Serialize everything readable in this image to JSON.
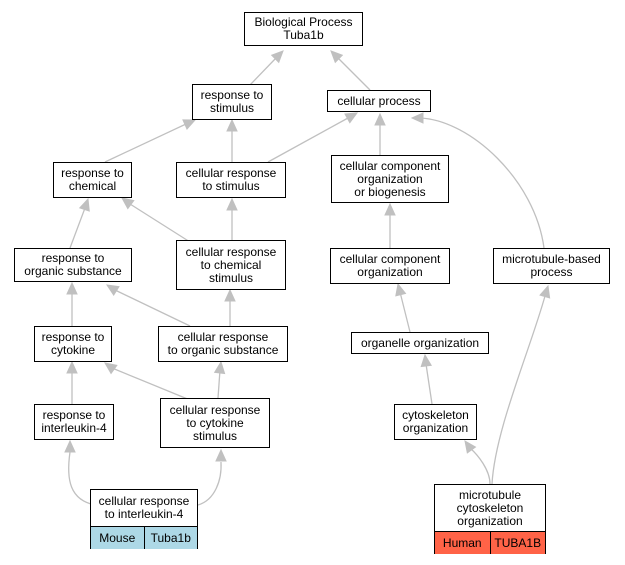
{
  "colors": {
    "edge": "#c0c0c0",
    "mouse": "#add8e6",
    "human": "#ff6347"
  },
  "nodes": {
    "bp": "Biological Process\nTuba1b",
    "stim": "response to\nstimulus",
    "cellproc": "cellular process",
    "chem": "response to\nchemical",
    "cellstim": "cellular response\nto stimulus",
    "ccob": "cellular component\norganization\nor biogenesis",
    "organic": "response to\norganic substance",
    "cellchem": "cellular response\nto chemical\nstimulus",
    "cco": "cellular component\norganization",
    "mtbased": "microtubule-based\nprocess",
    "cytokine": "response to\ncytokine",
    "cellorganic": "cellular response\nto organic substance",
    "organelle": "organelle organization",
    "il4": "response to\ninterleukin-4",
    "cellcytokine": "cellular response\nto cytokine\nstimulus",
    "cytoskel": "cytoskeleton\norganization"
  },
  "leaves": {
    "mouse": {
      "label": "cellular response\nto interleukin-4",
      "species": "Mouse",
      "gene": "Tuba1b"
    },
    "human": {
      "label": "microtubule\ncytoskeleton\norganization",
      "species": "Human",
      "gene": "TUBA1B"
    }
  }
}
